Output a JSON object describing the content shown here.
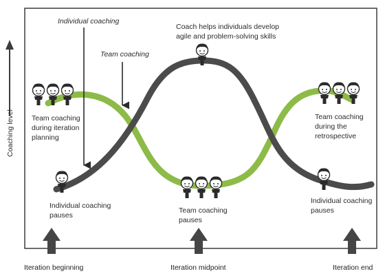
{
  "axis": {
    "y_label": "Coaching level",
    "x_labels": [
      "Iteration beginning",
      "Iteration midpoint",
      "Iteration end"
    ]
  },
  "callouts": {
    "individual": "Individual coaching",
    "team": "Team coaching",
    "coach_top_line1": "Coach helps individuals develop",
    "coach_top_line2": "agile and problem-solving skills"
  },
  "annotations": {
    "team_iter_planning": [
      "Team coaching",
      "during iteration",
      "planning"
    ],
    "ind_pause_left": [
      "Individual coaching",
      "pauses"
    ],
    "team_pause_mid": [
      "Team coaching",
      "pauses"
    ],
    "team_retro": [
      "Team coaching",
      "during the",
      "retrospective"
    ],
    "ind_pause_right": [
      "Individual coaching",
      "pauses"
    ]
  },
  "colors": {
    "individual_curve": "#4a4b4a",
    "team_curve": "#8dbb47",
    "arrow": "#454545",
    "frame": "#3c3c3c"
  },
  "icons": {
    "person": "coach-person-icon"
  }
}
